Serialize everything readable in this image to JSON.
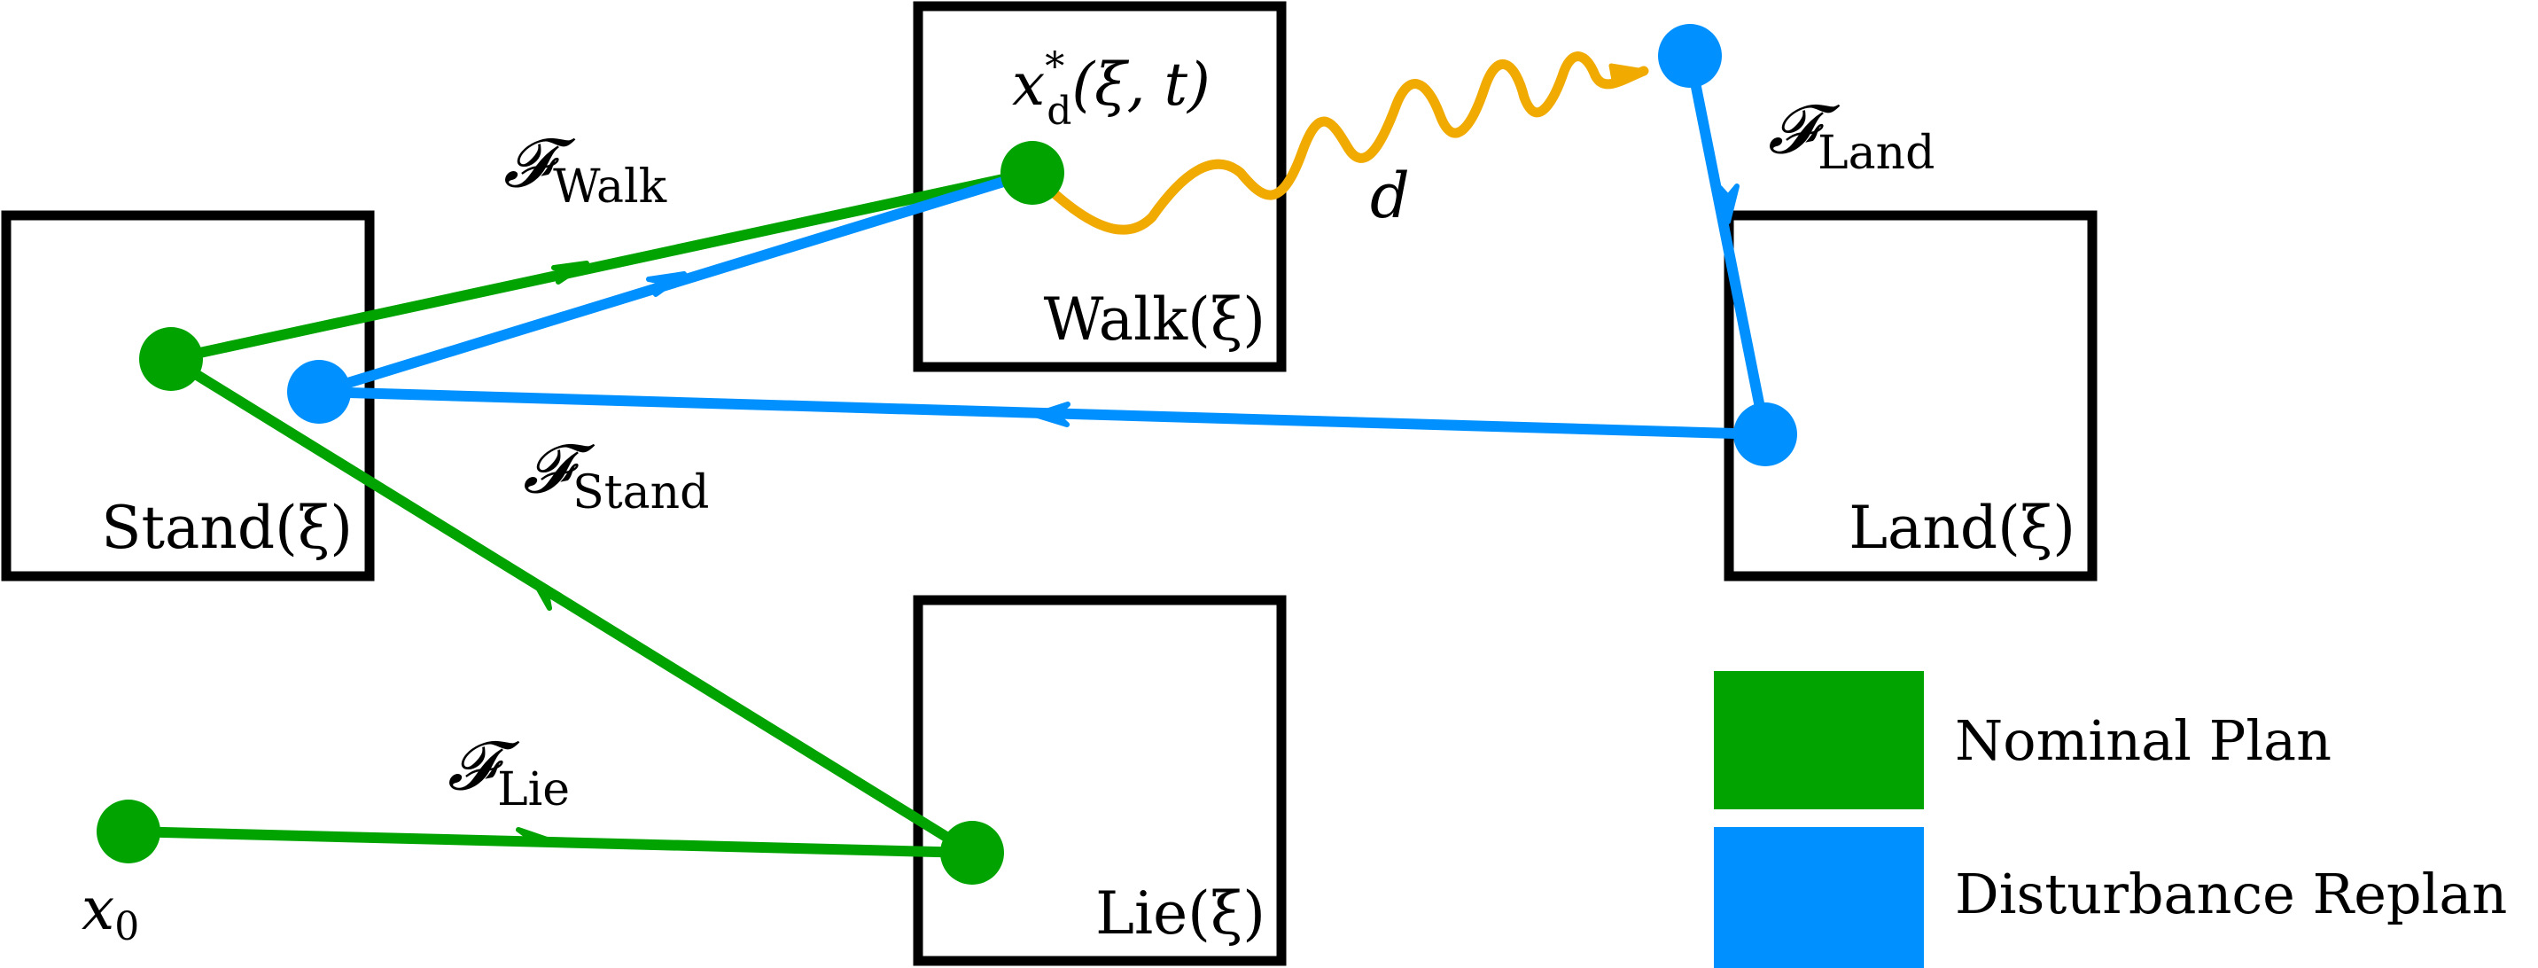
{
  "colors": {
    "nominal": "#00a300",
    "replan": "#0090ff",
    "disturbance": "#f0aa00",
    "box": "#000000"
  },
  "boxes": {
    "stand": "Stand(ξ)",
    "walk": "Walk(ξ)",
    "lie": "Lie(ξ)",
    "land": "Land(ξ)"
  },
  "transitions": {
    "walk": {
      "symbol": "𝓕",
      "subscript": "Walk"
    },
    "stand": {
      "symbol": "𝓕",
      "subscript": "Stand"
    },
    "lie": {
      "symbol": "𝓕",
      "subscript": "Lie"
    },
    "land": {
      "symbol": "𝓕",
      "subscript": "Land"
    }
  },
  "points": {
    "initial": {
      "base": "x",
      "subscript": "0"
    },
    "desired": {
      "base": "x",
      "superscript": "*",
      "subscript": "d",
      "args": "(ξ, t)"
    }
  },
  "disturbance_label": "d",
  "legend": [
    {
      "label": "Nominal Plan",
      "color": "#00a300"
    },
    {
      "label": "Disturbance Replan",
      "color": "#0090ff"
    }
  ]
}
